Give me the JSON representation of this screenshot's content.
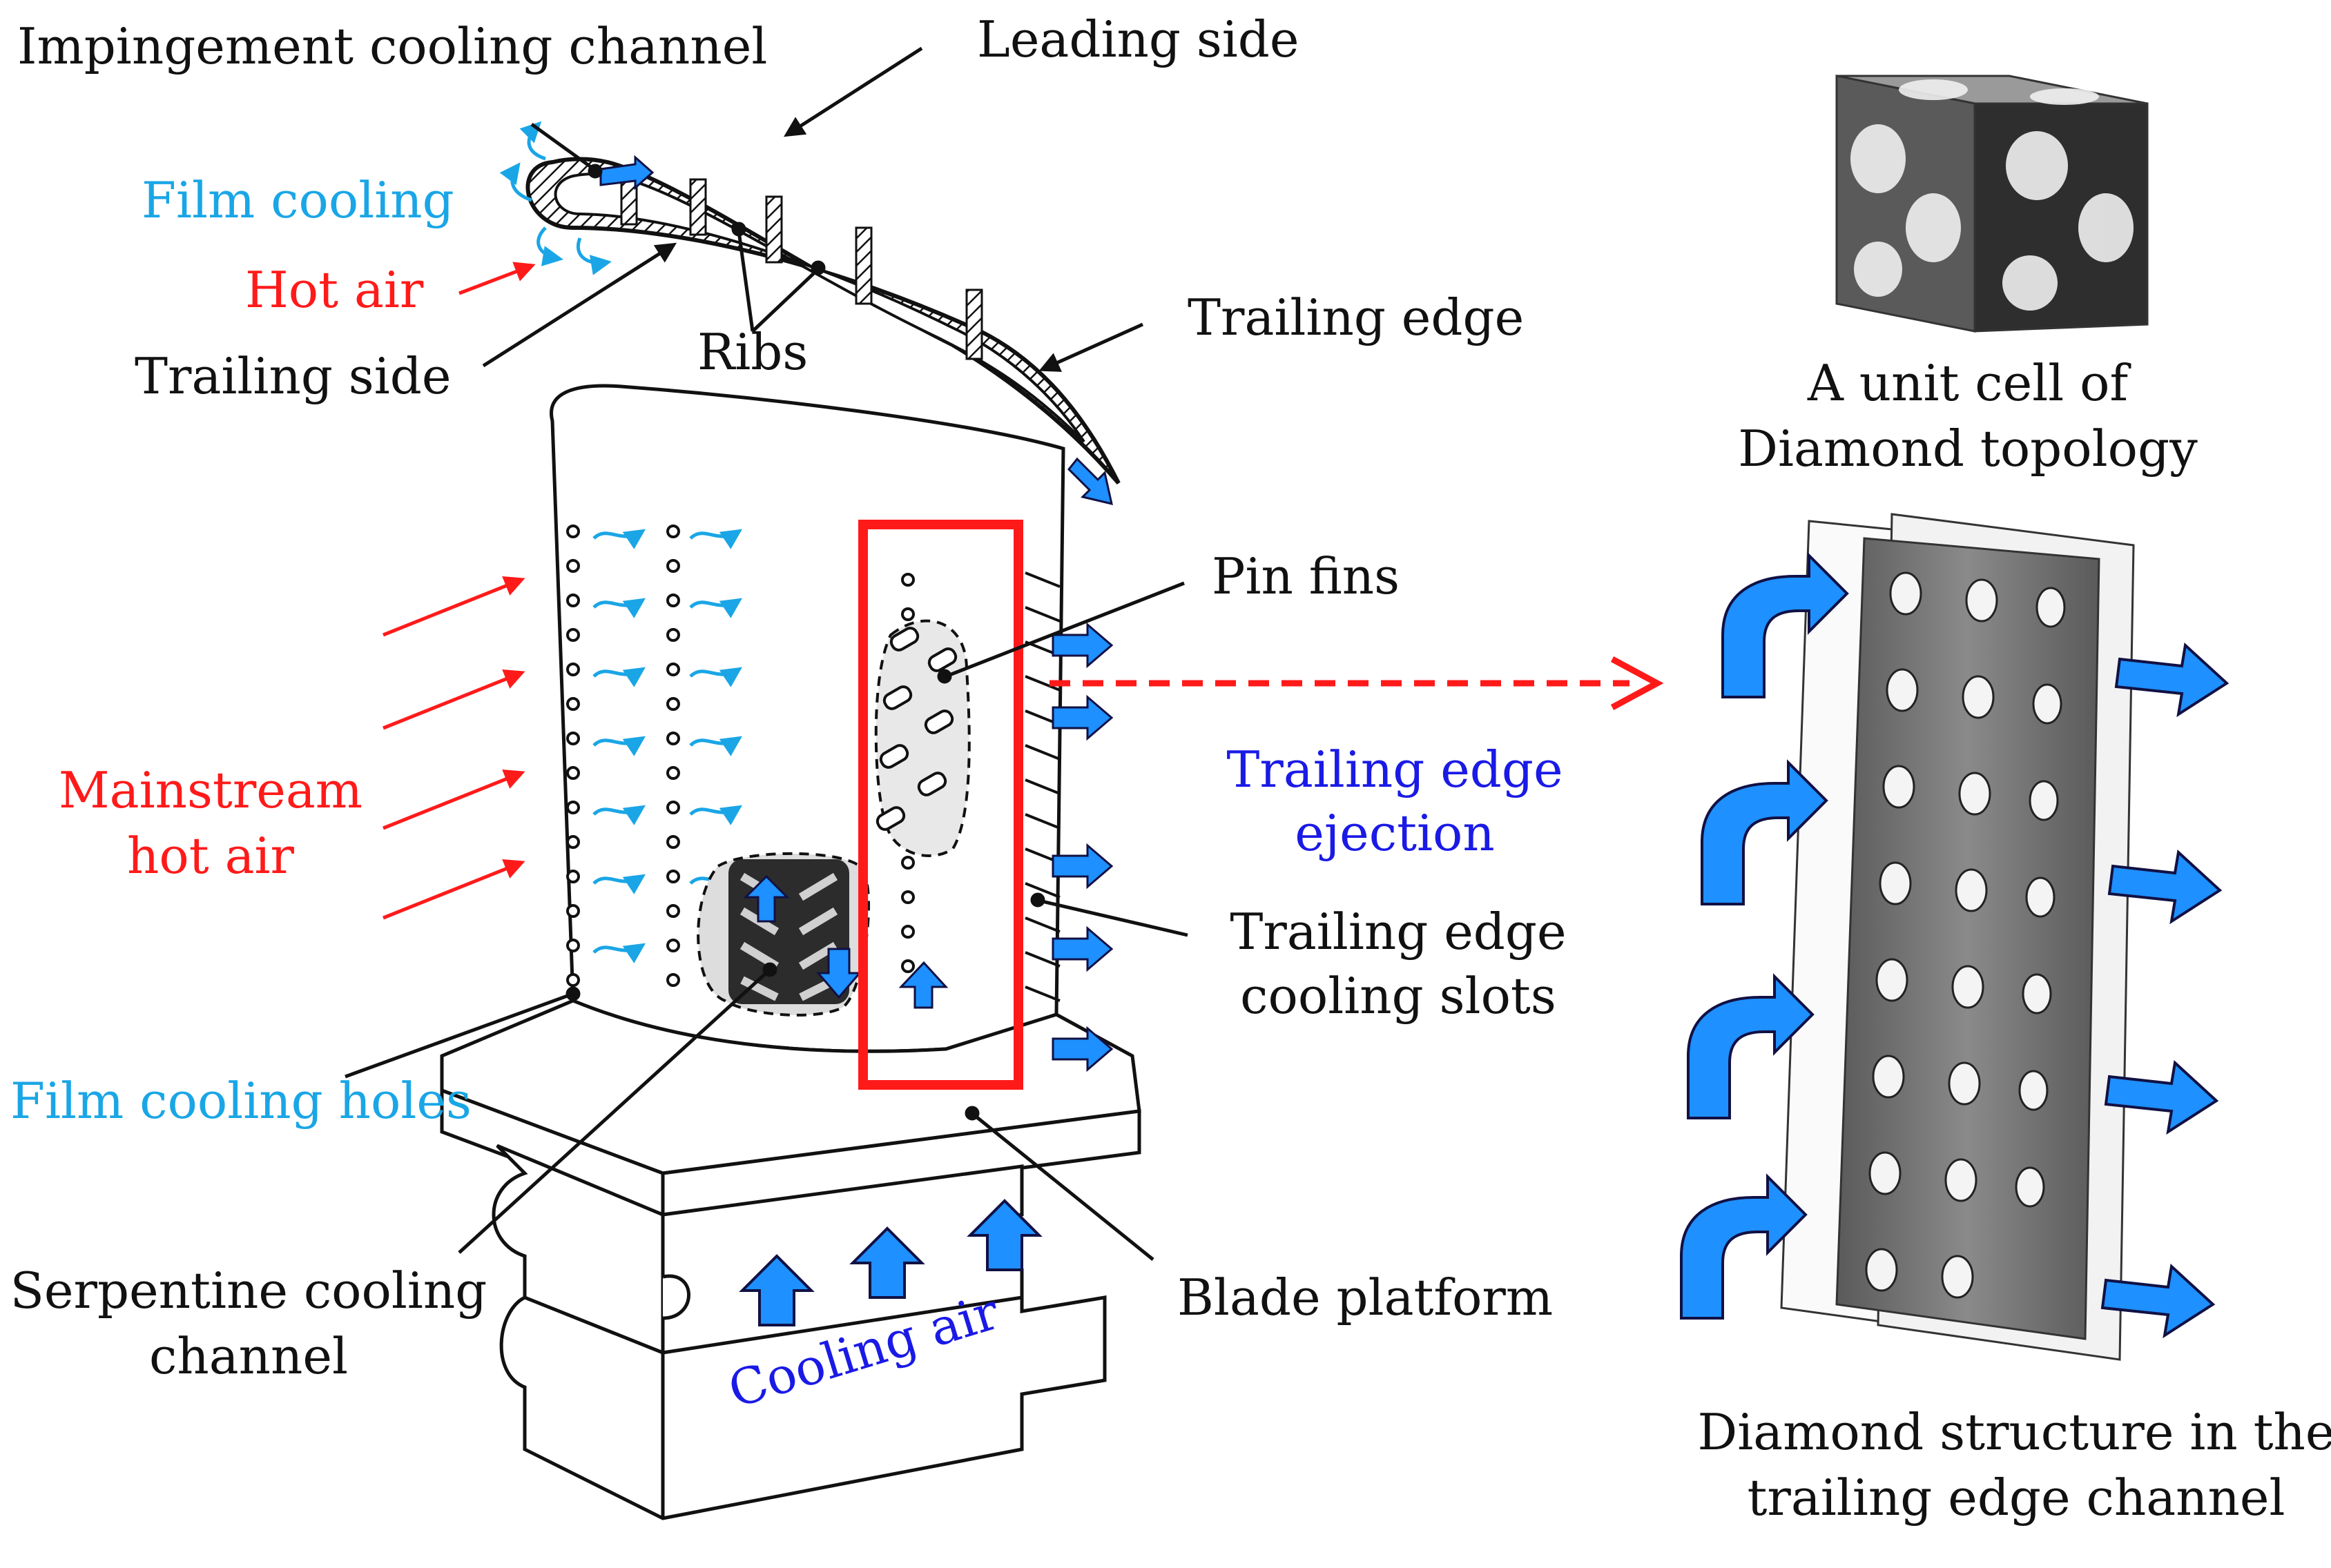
{
  "labels": {
    "impingement": "Impingement cooling channel",
    "leading_side": "Leading side",
    "film_cooling": "Film cooling",
    "hot_air": "Hot air",
    "trailing_side": "Trailing side",
    "ribs": "Ribs",
    "trailing_edge": "Trailing edge",
    "unit_cell_l1": "A unit cell of",
    "unit_cell_l2": "Diamond topology",
    "pin_fins": "Pin fins",
    "te_ejection_l1": "Trailing edge",
    "te_ejection_l2": "ejection",
    "mainstream_l1": "Mainstream",
    "mainstream_l2": "hot air",
    "te_slots_l1": "Trailing edge",
    "te_slots_l2": "cooling slots",
    "film_holes": "Film cooling holes",
    "serpentine_l1": "Serpentine cooling",
    "serpentine_l2": "channel",
    "blade_platform": "Blade platform",
    "cooling_air": "Cooling air",
    "diamond_l1": "Diamond structure in the",
    "diamond_l2": "trailing edge channel"
  },
  "colors": {
    "black_text": "#111111",
    "hot_red": "#ff1a1a",
    "film_cyan": "#1aa6e6",
    "cooling_blue": "#1a1ae6",
    "arrow_blue": "#1e90ff",
    "lattice_gray": "#6e6e6e"
  },
  "icons": {
    "flow_arrow": "block-arrow-icon",
    "hot_arrow": "thin-arrow-icon",
    "film_arrow": "curved-arrow-icon"
  }
}
